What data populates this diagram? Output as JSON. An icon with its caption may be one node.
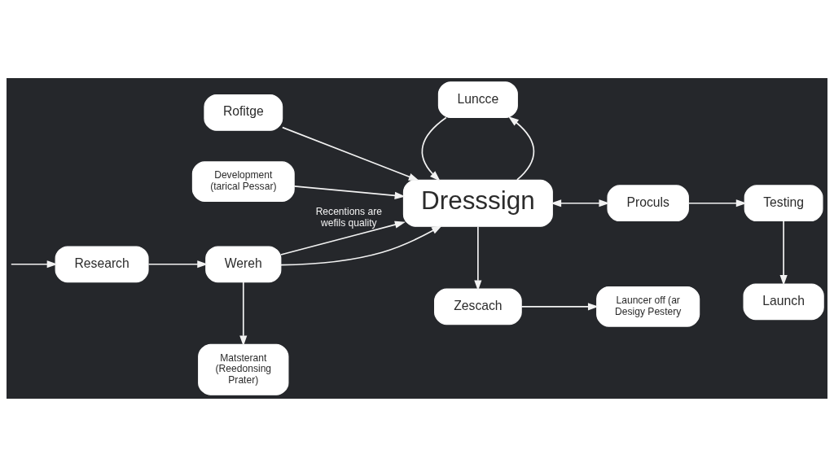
{
  "diagram": {
    "nodes": [
      {
        "text": [
          "Rofitge"
        ]
      },
      {
        "text": [
          "Development (tarical Pessar)"
        ]
      },
      {
        "text": [
          "Research"
        ]
      },
      {
        "text": [
          "Wereh"
        ]
      },
      {
        "text": [
          "Dresssign"
        ]
      },
      {
        "text": [
          "Proculs"
        ]
      },
      {
        "text": [
          "Testing"
        ]
      },
      {
        "text": [
          "Matsterant (Reedonsing Prater)"
        ]
      },
      {
        "text": [
          "Zescach"
        ]
      },
      {
        "text": [
          "Luncce"
        ]
      },
      {
        "text": [
          "Launch"
        ]
      },
      {
        "text": [
          "Launcer off (ar Desigy Pestery"
        ]
      }
    ],
    "edges": [
      {
        "from": null,
        "to": 2,
        "arrow": "to"
      },
      {
        "from": 2,
        "to": 3,
        "arrow": "to"
      },
      {
        "from": 3,
        "to": 4,
        "arrow": "to",
        "label": "Recentions are wefils quality"
      },
      {
        "from": 0,
        "to": 4,
        "arrow": "to"
      },
      {
        "from": 1,
        "to": 4,
        "arrow": "to"
      },
      {
        "from": 3,
        "to": 4,
        "arrow": "to"
      },
      {
        "from": 4,
        "to": 5,
        "arrow": "both"
      },
      {
        "from": 5,
        "to": 6,
        "arrow": "to"
      },
      {
        "from": 3,
        "to": 7,
        "arrow": "to"
      },
      {
        "from": 4,
        "to": 8,
        "arrow": "to"
      },
      {
        "from": 4,
        "to": 9,
        "arrow": "to"
      },
      {
        "from": 9,
        "to": 4,
        "arrow": "to"
      },
      {
        "from": 6,
        "to": 10,
        "arrow": "to"
      },
      {
        "from": 8,
        "to": 11,
        "arrow": "to"
      }
    ]
  }
}
